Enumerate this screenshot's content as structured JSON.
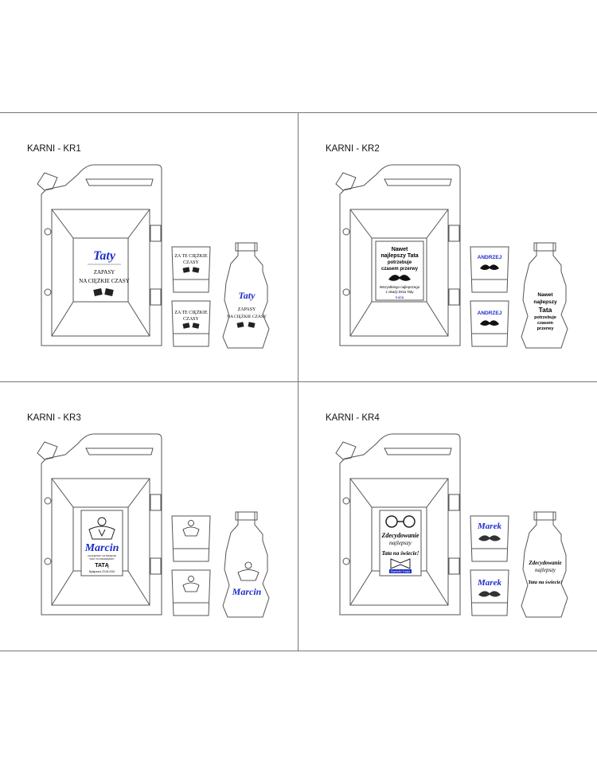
{
  "panels": [
    {
      "title": "KARNI - KR1",
      "label": {
        "name": "Taty",
        "line1": "ZAPASY",
        "line2": "NA CIĘŻKIE CZASY"
      },
      "glass": {
        "text1": "ZA TE CIĘŻKIE",
        "text2": "CZASY"
      },
      "bottle": {
        "name": "Taty",
        "line1": "ZAPASY",
        "line2": "NA CIĘŻKIE CZASY"
      }
    },
    {
      "title": "KARNI - KR2",
      "label": {
        "l1": "Nawet",
        "l2": "najlepszy Tata",
        "l3": "potrzebuje",
        "l4": "czasem przerwy",
        "s1": "Wszystkiego najlepszego",
        "s2": "z okazji Dnia Taty",
        "sig": "Kuba"
      },
      "glass": {
        "name": "ANDRZEJ"
      },
      "bottle": {
        "l1": "Nawet",
        "l2": "najlepszy",
        "l3": "Tata",
        "l4": "potrzebuje",
        "l5": "czasem",
        "l6": "przerwy"
      }
    },
    {
      "title": "KARNI - KR3",
      "label": {
        "name": "Marcin",
        "small1": "NAJLEPSZY NA ŚWIECIE",
        "small2": "TATO TO PRAWDZIWY",
        "word": "TATĄ",
        "date": "Bydgoszcz 23.06.2024"
      },
      "bottle": {
        "name": "Marcin"
      }
    },
    {
      "title": "KARNI - KR4",
      "label": {
        "l1": "Zdecydowanie",
        "l2": "najlepszy",
        "l3": "Tata na świecie!",
        "tag": "Dominik i Kasia"
      },
      "glass": {
        "name": "Marek"
      },
      "bottle": {
        "l1": "Zdecydowanie",
        "l2": "najlepszy",
        "l3": "Tata na świecie!"
      }
    }
  ]
}
